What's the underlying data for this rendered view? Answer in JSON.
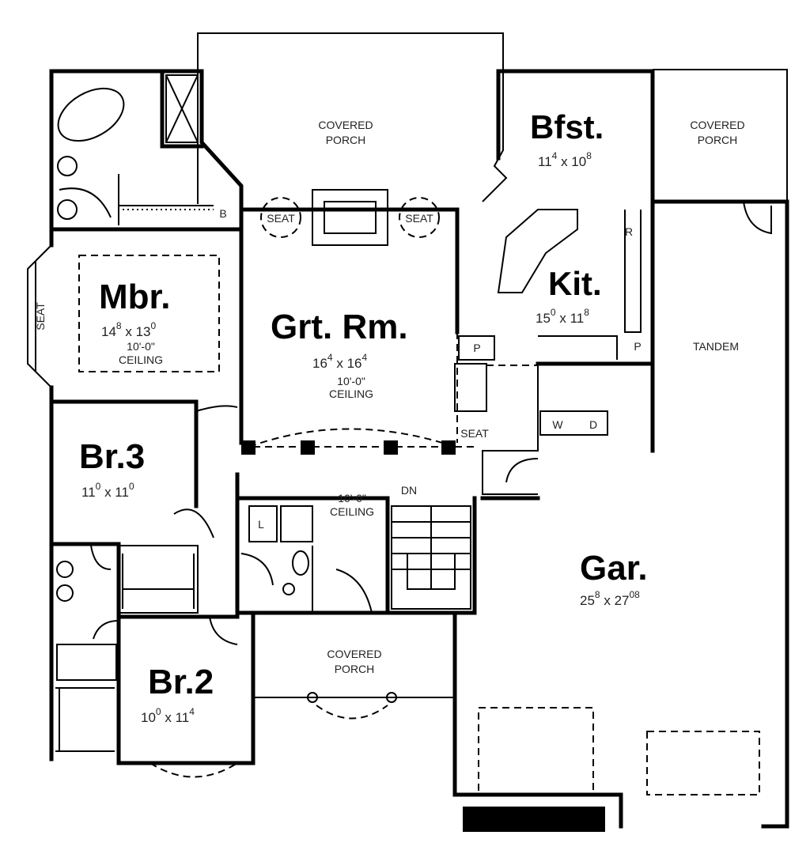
{
  "rooms": {
    "mbr": {
      "name": "Mbr.",
      "w": "14",
      "w_in": "8",
      "h": "13",
      "h_in": "0",
      "ceiling_height": "10'-0\"",
      "ceiling_label": "CEILING"
    },
    "grt": {
      "name": "Grt. Rm.",
      "w": "16",
      "w_in": "4",
      "h": "16",
      "h_in": "4",
      "ceiling_height": "10'-0\"",
      "ceiling_label": "CEILING"
    },
    "bfst": {
      "name": "Bfst.",
      "w": "11",
      "w_in": "4",
      "h": "10",
      "h_in": "8"
    },
    "kit": {
      "name": "Kit.",
      "w": "15",
      "w_in": "0",
      "h": "11",
      "h_in": "8"
    },
    "br3": {
      "name": "Br.3",
      "w": "11",
      "w_in": "0",
      "h": "11",
      "h_in": "0"
    },
    "br2": {
      "name": "Br.2",
      "w": "10",
      "w_in": "0",
      "h": "11",
      "h_in": "4"
    },
    "gar": {
      "name": "Gar.",
      "w": "25",
      "w_in": "8",
      "h": "27",
      "h_in": "08",
      "tandem": "TANDEM"
    },
    "hall": {
      "ceiling_height": "10'-0\"",
      "ceiling_label": "CEILING",
      "stairs": "DN"
    }
  },
  "porches": {
    "top": [
      "COVERED",
      "PORCH"
    ],
    "right": [
      "COVERED",
      "PORCH"
    ],
    "front": [
      "COVERED",
      "PORCH"
    ]
  },
  "fixtures": {
    "seat": "SEAT",
    "bench": "B",
    "pantry": "P",
    "refrigerator": "R",
    "linen": "L",
    "washer": "W",
    "dryer": "D"
  }
}
